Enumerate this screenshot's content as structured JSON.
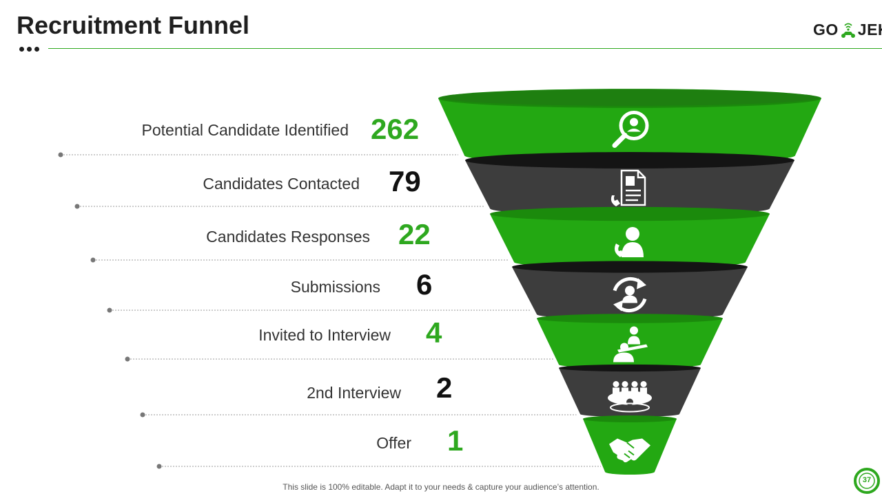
{
  "slide": {
    "title": "Recruitment Funnel",
    "footer_note": "This slide is 100% editable. Adapt it to your needs & capture your audience’s attention.",
    "page_number": "37"
  },
  "logo": {
    "text_left": "GO",
    "text_right": "JEK"
  },
  "colors": {
    "green": "#23a812",
    "green_rim": "#1b8a0c",
    "dark": "#3d3d3d",
    "dark_rim": "#141414",
    "accent": "#2ea81f"
  },
  "funnel": {
    "stages": [
      {
        "label": "Potential Candidate Identified",
        "value": "262",
        "color": "green",
        "icon": "candidate-search-icon"
      },
      {
        "label": "Candidates Contacted",
        "value": "79",
        "color": "dark",
        "icon": "resume-document-icon"
      },
      {
        "label": "Candidates Responses",
        "value": "22",
        "color": "green",
        "icon": "phone-call-person-icon"
      },
      {
        "label": "Submissions",
        "value": "6",
        "color": "dark",
        "icon": "person-refresh-icon"
      },
      {
        "label": "Invited to Interview",
        "value": "4",
        "color": "green",
        "icon": "interview-meeting-icon"
      },
      {
        "label": "2nd Interview",
        "value": "2",
        "color": "dark",
        "icon": "panel-interview-icon"
      },
      {
        "label": "Offer",
        "value": "1",
        "color": "green",
        "icon": "handshake-icon"
      }
    ]
  }
}
